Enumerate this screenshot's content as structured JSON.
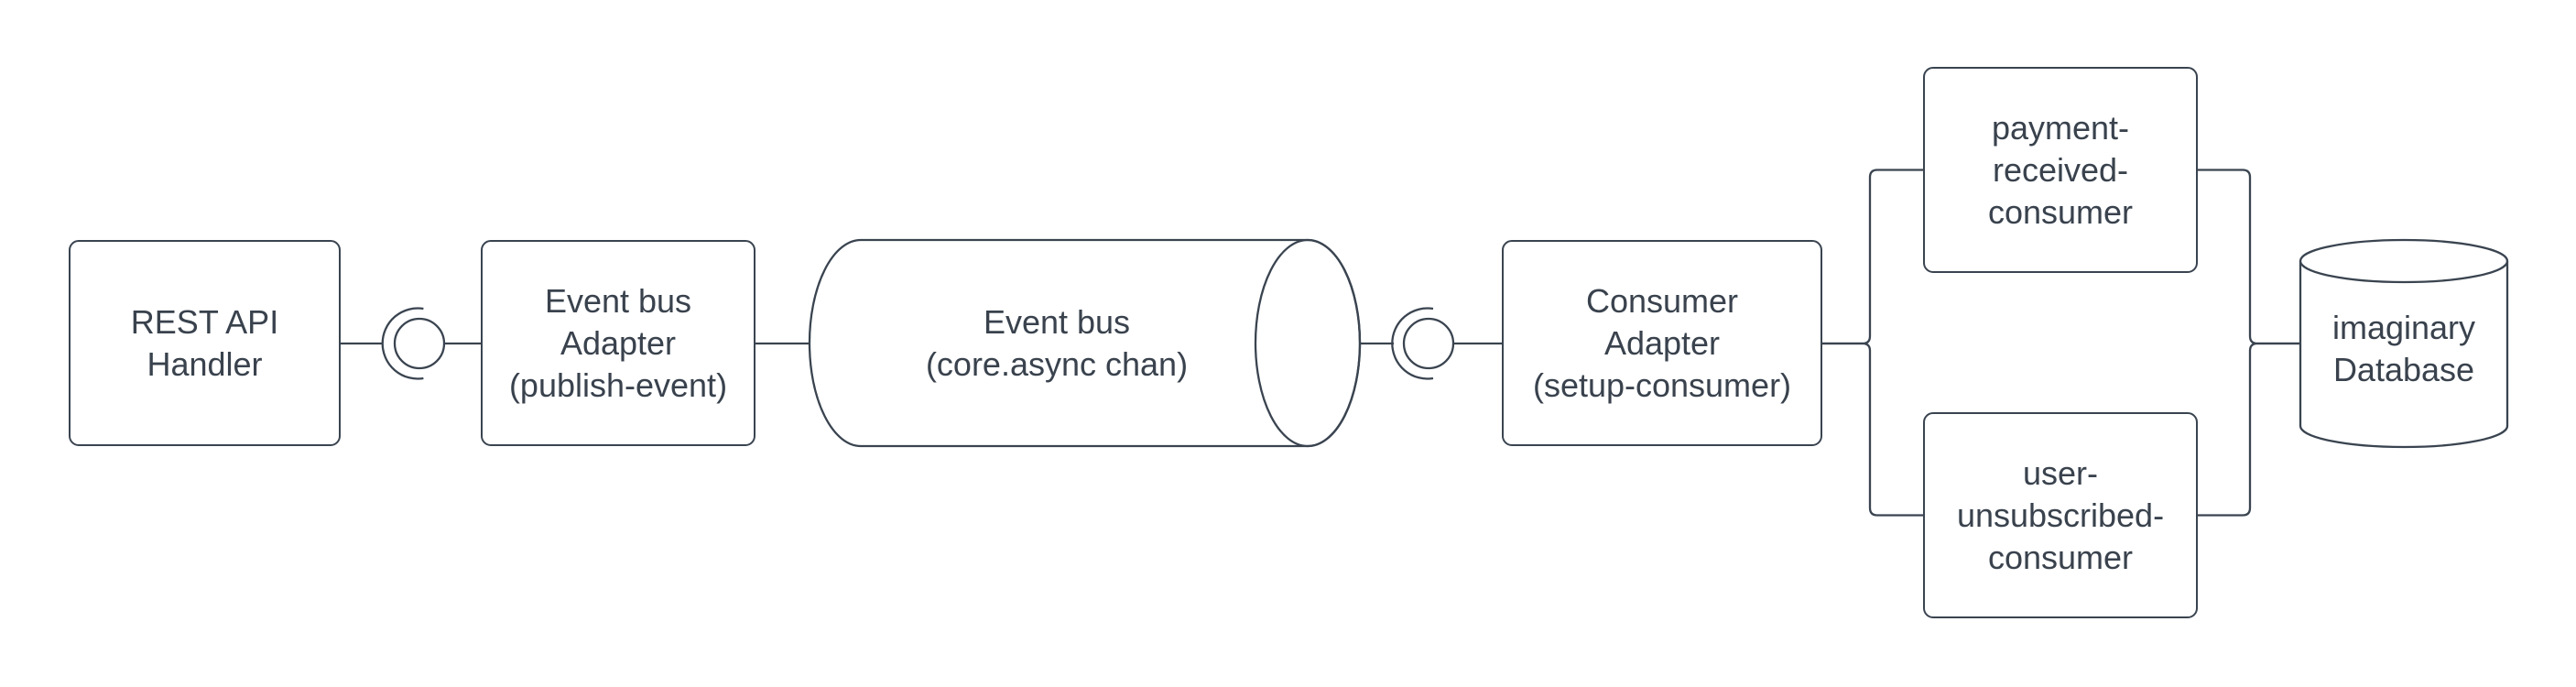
{
  "canvas": {
    "background_color": "#ffffff",
    "stroke_color": "#3a4450",
    "text_color": "#39424d"
  },
  "nodes": {
    "rest_api_handler": {
      "type": "rounded-rectangle",
      "label": "REST API Handler",
      "lines": [
        "REST API",
        "Handler"
      ]
    },
    "event_bus_adapter": {
      "type": "rounded-rectangle",
      "label": "Event bus Adapter (publish-event)",
      "lines": [
        "Event bus",
        "Adapter",
        "(publish-event)"
      ]
    },
    "event_bus": {
      "type": "horizontal-cylinder",
      "label": "Event bus (core.async chan)",
      "lines": [
        "Event bus",
        "(core.async chan)"
      ]
    },
    "consumer_adapter": {
      "type": "rounded-rectangle",
      "label": "Consumer Adapter (setup-consumer)",
      "lines": [
        "Consumer",
        "Adapter",
        "(setup-consumer)"
      ]
    },
    "payment_received_consumer": {
      "type": "rounded-rectangle",
      "label": "payment-received-consumer",
      "lines": [
        "payment-",
        "received-",
        "consumer"
      ]
    },
    "user_unsubscribed_consumer": {
      "type": "rounded-rectangle",
      "label": "user-unsubscribed-consumer",
      "lines": [
        "user-",
        "unsubscribed-",
        "consumer"
      ]
    },
    "imaginary_database": {
      "type": "database-cylinder",
      "label": "imaginary Database",
      "lines": [
        "imaginary",
        "Database"
      ]
    }
  },
  "edges": [
    {
      "from": "rest_api_handler",
      "to": "event_bus_adapter",
      "style": "ball-and-socket"
    },
    {
      "from": "event_bus_adapter",
      "to": "event_bus",
      "style": "line"
    },
    {
      "from": "event_bus",
      "to": "consumer_adapter",
      "style": "ball-and-socket"
    },
    {
      "from": "consumer_adapter",
      "to": "payment_received_consumer",
      "style": "line"
    },
    {
      "from": "consumer_adapter",
      "to": "user_unsubscribed_consumer",
      "style": "line"
    },
    {
      "from": "payment_received_consumer",
      "to": "imaginary_database",
      "style": "line"
    },
    {
      "from": "user_unsubscribed_consumer",
      "to": "imaginary_database",
      "style": "line"
    }
  ]
}
